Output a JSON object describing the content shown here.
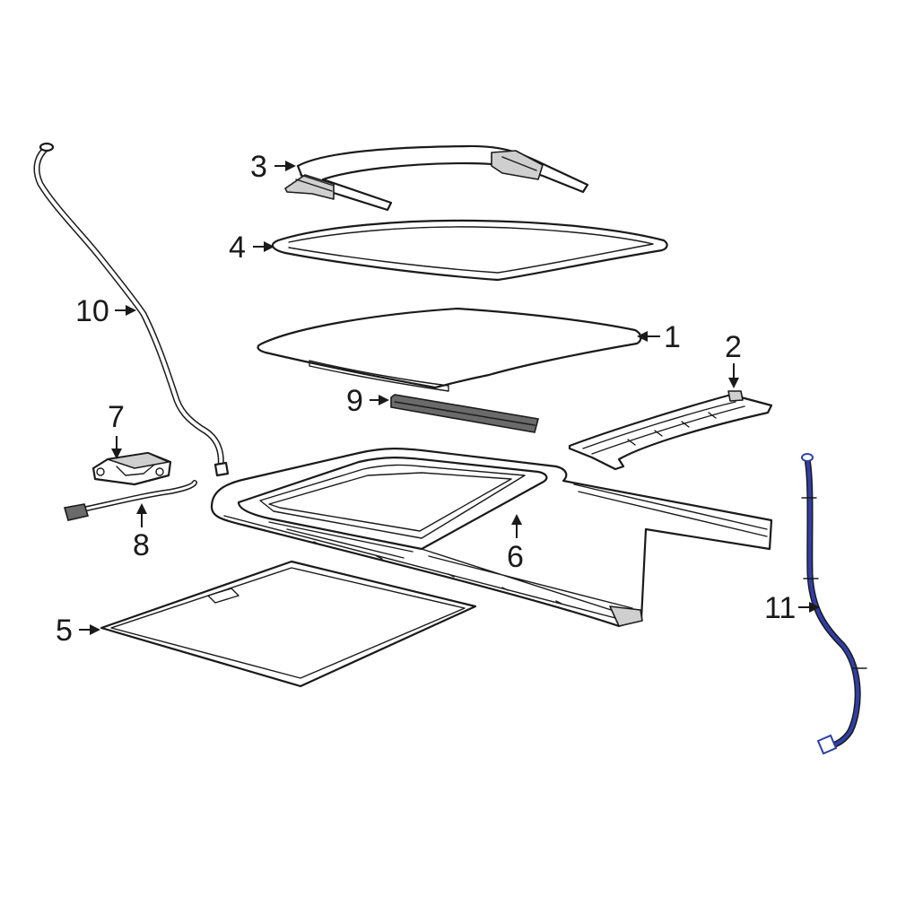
{
  "diagram": {
    "highlight_color": "#2f3fa8",
    "line_color": "#1a1a1a",
    "background": "#ffffff",
    "callouts": [
      {
        "id": "c1",
        "label": "1"
      },
      {
        "id": "c2",
        "label": "2"
      },
      {
        "id": "c3",
        "label": "3"
      },
      {
        "id": "c4",
        "label": "4"
      },
      {
        "id": "c5",
        "label": "5"
      },
      {
        "id": "c6",
        "label": "6"
      },
      {
        "id": "c7",
        "label": "7"
      },
      {
        "id": "c8",
        "label": "8"
      },
      {
        "id": "c9",
        "label": "9"
      },
      {
        "id": "c10",
        "label": "10"
      },
      {
        "id": "c11",
        "label": "11"
      }
    ]
  }
}
